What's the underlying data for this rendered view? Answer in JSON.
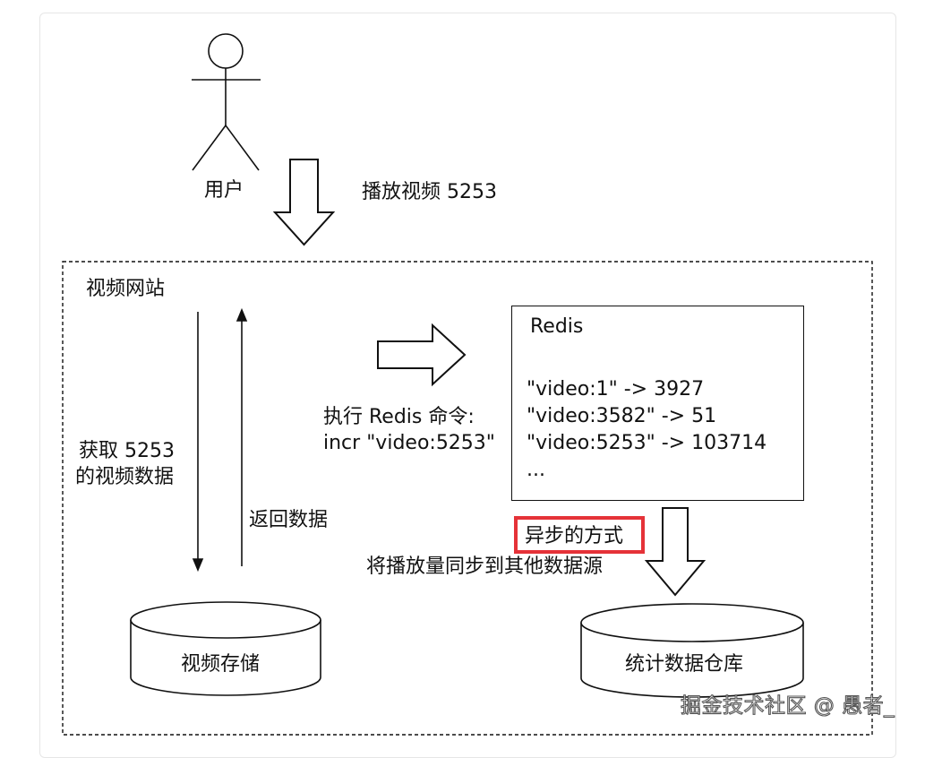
{
  "user": {
    "label": "用户"
  },
  "play_request": {
    "label": "播放视频 5253"
  },
  "website": {
    "label": "视频网站"
  },
  "fetch": {
    "line1": "获取 5253",
    "line2": "的视频数据"
  },
  "return_data": {
    "label": "返回数据"
  },
  "redis_command": {
    "line1": "执行 Redis 命令:",
    "line2": "incr \"video:5253\""
  },
  "redis": {
    "title": "Redis",
    "entries": [
      "\"video:1\" -> 3927",
      "\"video:3582\" -> 51",
      "\"video:5253\" -> 103714",
      "..."
    ]
  },
  "async": {
    "label": "异步的方式",
    "highlight_color": "#e53238"
  },
  "sync": {
    "label": "将播放量同步到其他数据源"
  },
  "video_storage": {
    "label": "视频存储"
  },
  "stats_warehouse": {
    "label": "统计数据仓库"
  },
  "watermark": {
    "text": "掘金技术社区 @ 愚者_"
  }
}
